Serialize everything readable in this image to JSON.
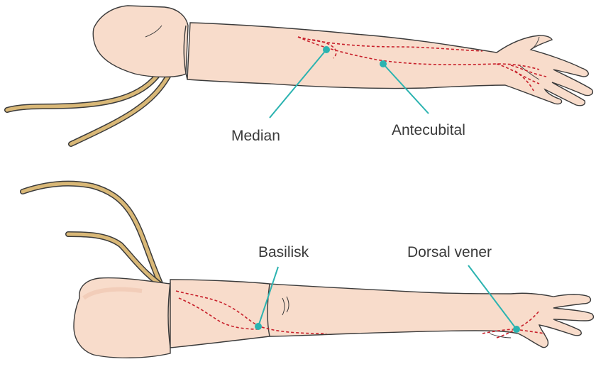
{
  "diagram": {
    "labels": {
      "median": "Median",
      "antecubital": "Antecubital",
      "basilisk": "Basilisk",
      "dorsal": "Dorsal vener"
    },
    "colors": {
      "skin": "#f8dccb",
      "skin_shadow": "#eec3ad",
      "outline": "#3b3b3b",
      "vein": "#c8202b",
      "pointer": "#2bb3b0",
      "tube": "#d9b877",
      "tube_outline": "#3b3b3b"
    }
  }
}
